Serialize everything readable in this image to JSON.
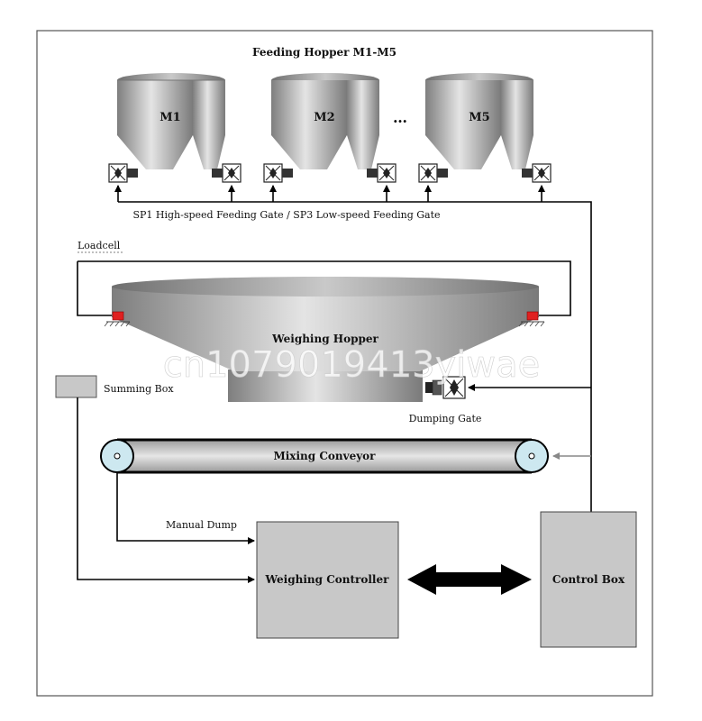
{
  "diagram": {
    "title": "Feeding Hopper M1-M5",
    "hoppers": [
      "M1",
      "M2",
      "M5"
    ],
    "ellipsis": "…",
    "gate_caption": "SP1 High-speed Feeding Gate / SP3 Low-speed Feeding Gate",
    "loadcell": "Loadcell",
    "weighing_hopper": "Weighing Hopper",
    "summing_box": "Summing Box",
    "dumping_gate": "Dumping Gate",
    "mixing_conveyor": "Mixing Conveyor",
    "manual_dump": "Manual Dump",
    "weighing_controller": "Weighing Controller",
    "control_box": "Control Box",
    "watermark": "cn1079019413yiwae"
  },
  "colors": {
    "line": "#000000",
    "box_fill": "#c8c8c8",
    "loadcell": "#e02020",
    "roller": "#cde8f0",
    "metal_dark": "#8a8a8a",
    "metal_light": "#e2e2e2"
  }
}
